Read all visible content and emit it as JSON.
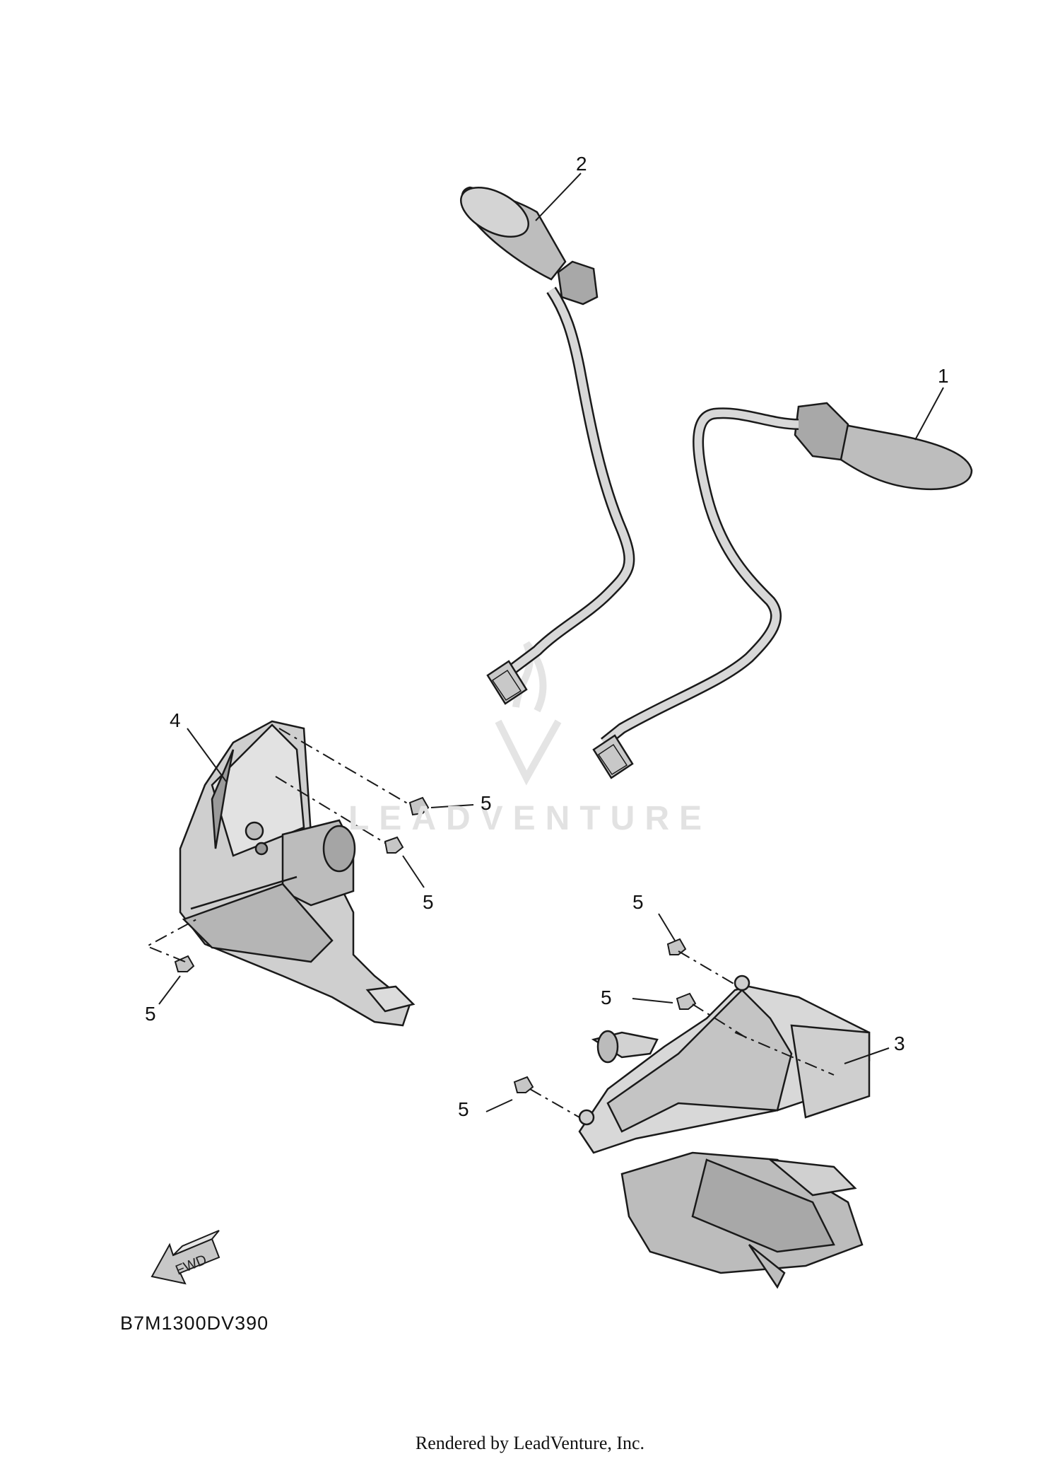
{
  "callouts": {
    "c1": "1",
    "c2": "2",
    "c3": "3",
    "c4": "4",
    "c5a": "5",
    "c5b": "5",
    "c5c": "5",
    "c5d": "5",
    "c5e": "5",
    "c5f": "5"
  },
  "watermark": "LEADVENTURE",
  "fwd_label": "FWD",
  "diagram_code": "B7M1300DV390",
  "footer": "Rendered by LeadVenture, Inc.",
  "colors": {
    "part_fill": "#cfcfcf",
    "part_dark": "#9a9a9a",
    "outline": "#1a1a1a",
    "watermark": "#e2e2e2"
  }
}
